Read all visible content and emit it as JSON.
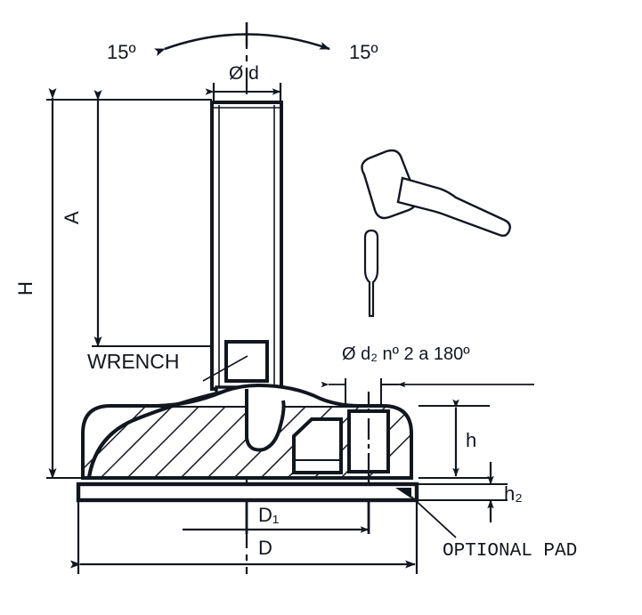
{
  "drawing": {
    "title": "Leveling foot assembly cross-section drawing",
    "type": "engineering-technical-drawing",
    "colors": {
      "line": "#12161f",
      "text": "#12161f",
      "background": "#ffffff",
      "hatch": "#12161f"
    },
    "labels": {
      "tilt_left": "15º",
      "tilt_right": "15º",
      "stem_diameter": "Ø d",
      "overall_height": "H",
      "stem_length": "A",
      "wrench": "WRENCH",
      "hole_note": "Ø d₂ nº 2 a 180º",
      "base_height": "h",
      "pad_thickness": "h₂",
      "inner_diameter": "D₁",
      "outer_diameter": "D",
      "optional_pad": "OPTIONAL PAD"
    },
    "icons": {
      "mallet": "mallet-icon",
      "punch": "punch-pin-icon",
      "tilt_arc": "tilt-arc-icon"
    },
    "dimension_names": [
      "H",
      "A",
      "Ø d",
      "Ø d₂ nº 2 a 180º",
      "h",
      "h₂",
      "D₁",
      "D"
    ],
    "angles": {
      "tilt_each_side_deg": "15",
      "hole_spacing_deg": "180",
      "hole_count": "2"
    }
  }
}
